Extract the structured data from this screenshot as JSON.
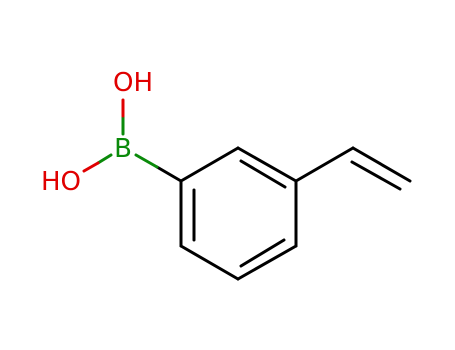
{
  "molecule": {
    "atoms": {
      "boron": {
        "symbol": "B",
        "color": "#0a8a0a"
      },
      "hydroxyl_top": {
        "label": "OH",
        "color": "#e00000"
      },
      "hydroxyl_left": {
        "label": "HO",
        "color": "#e00000"
      }
    },
    "bond_color": "#000000"
  }
}
